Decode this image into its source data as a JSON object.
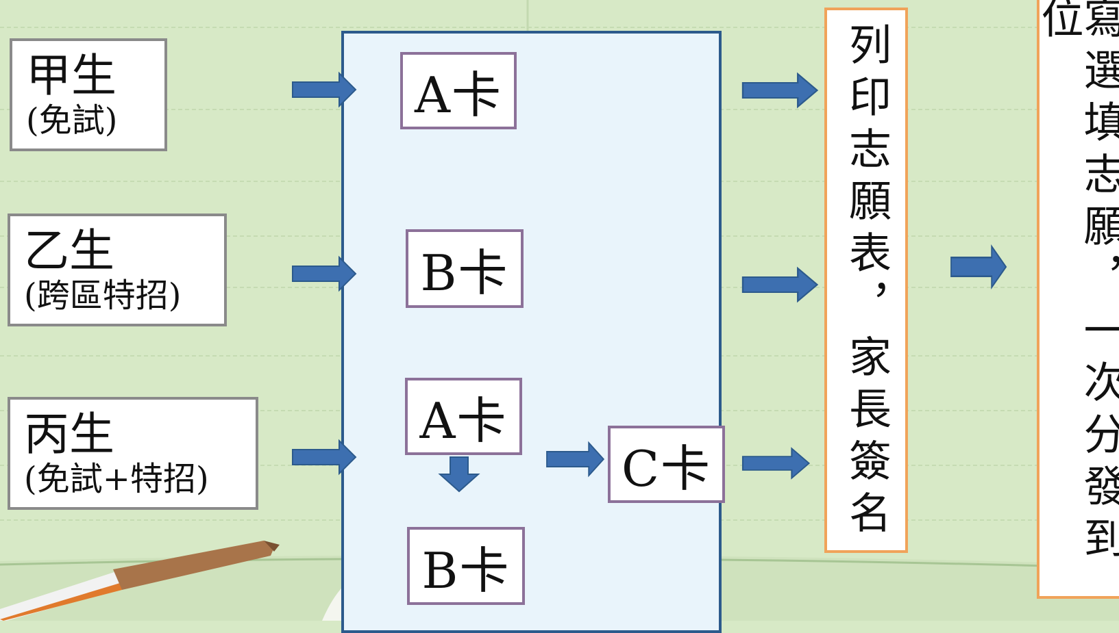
{
  "students": [
    {
      "name": "甲生",
      "note": "(免試)"
    },
    {
      "name": "乙生",
      "note": "(跨區特招)"
    },
    {
      "name": "丙生",
      "note": "(免試+特招)"
    }
  ],
  "cards": {
    "a1": "A卡",
    "b1": "B卡",
    "a2": "A卡",
    "b2": "B卡",
    "c": "C卡"
  },
  "print_step": "列印志願表，家長簽名",
  "select_step": "寫選填志願，一次分發到位",
  "colors": {
    "arrow": "#3d6fb0",
    "panel_fill": "#e9f4fb",
    "panel_border": "#2c5a8c",
    "card_border": "#8c7199",
    "step_border": "#f0a35a",
    "student_border": "#8a8a8a"
  }
}
